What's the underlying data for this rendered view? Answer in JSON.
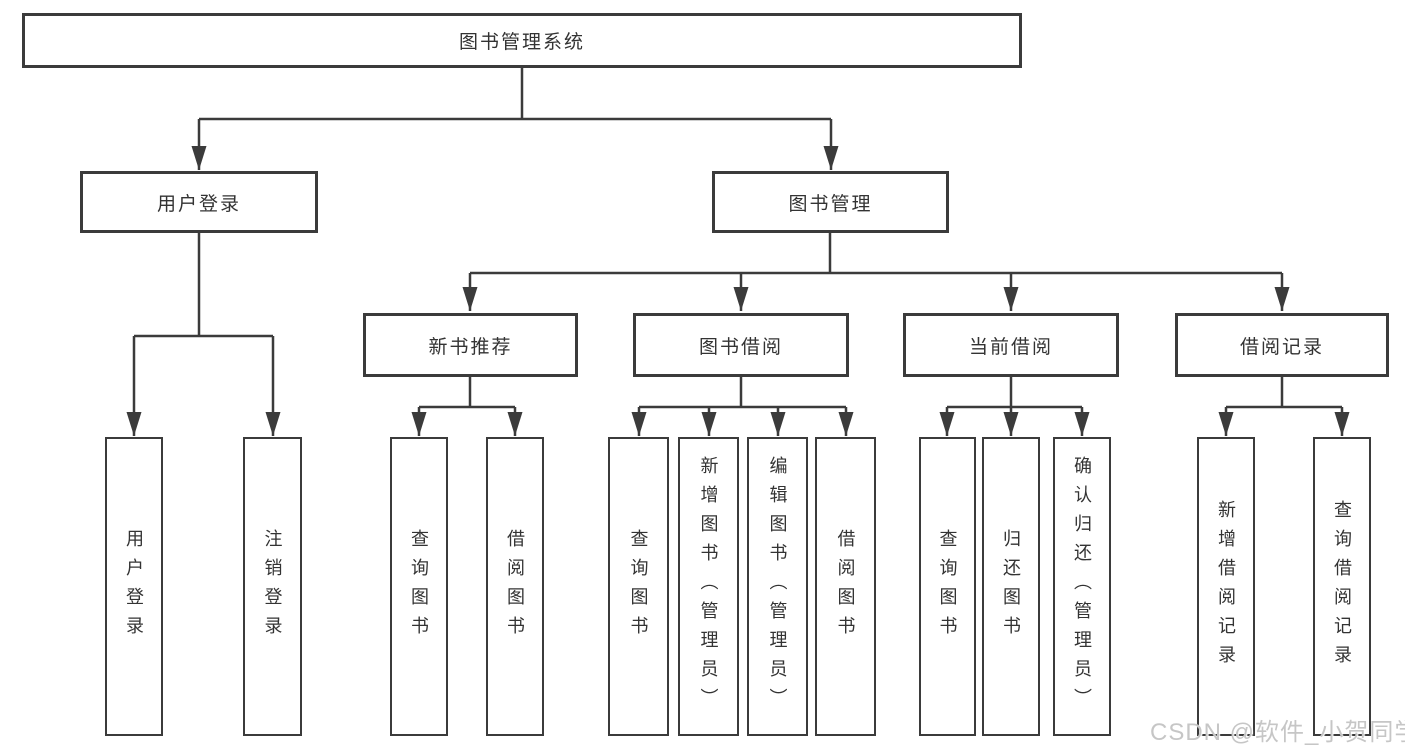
{
  "colors": {
    "line": "#3b3b3b",
    "box_border": "#3b3b3b",
    "box_fill": "#ffffff",
    "text": "#333333",
    "watermark": "#c6c6c6",
    "background": "#ffffff"
  },
  "watermark": {
    "text": "CSDN @软件_小贺同学"
  },
  "diagram": {
    "root": {
      "label": "图书管理系统"
    },
    "branches": [
      {
        "label": "用户登录",
        "children": [
          {
            "label": "用户登录"
          },
          {
            "label": "注销登录"
          }
        ]
      },
      {
        "label": "图书管理",
        "children": [
          {
            "label": "新书推荐",
            "children": [
              {
                "label": "查询图书"
              },
              {
                "label": "借阅图书"
              }
            ]
          },
          {
            "label": "图书借阅",
            "children": [
              {
                "label": "查询图书"
              },
              {
                "label": "新增图书（管理员）"
              },
              {
                "label": "编辑图书（管理员）"
              },
              {
                "label": "借阅图书"
              }
            ]
          },
          {
            "label": "当前借阅",
            "children": [
              {
                "label": "查询图书"
              },
              {
                "label": "归还图书"
              },
              {
                "label": "确认归还（管理员）"
              }
            ]
          },
          {
            "label": "借阅记录",
            "children": [
              {
                "label": "新增借阅记录"
              },
              {
                "label": "查询借阅记录"
              }
            ]
          }
        ]
      }
    ]
  }
}
